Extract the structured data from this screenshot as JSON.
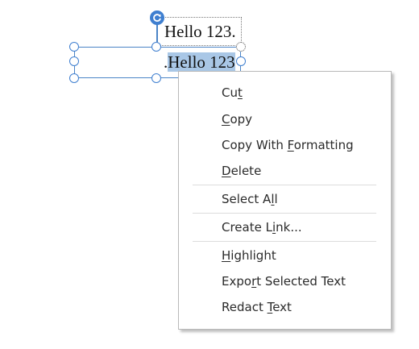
{
  "textboxes": {
    "top_text": "Hello 123.",
    "bottom_prefix": ".",
    "bottom_selected": "Hello 123"
  },
  "context_menu": {
    "items": [
      {
        "pre": "Cu",
        "key": "t",
        "post": ""
      },
      {
        "pre": "",
        "key": "C",
        "post": "opy"
      },
      {
        "pre": "Copy With ",
        "key": "F",
        "post": "ormatting"
      },
      {
        "pre": "",
        "key": "D",
        "post": "elete"
      },
      {
        "pre": "Select A",
        "key": "l",
        "post": "l"
      },
      {
        "pre": "Create L",
        "key": "i",
        "post": "nk..."
      },
      {
        "pre": "",
        "key": "H",
        "post": "ighlight"
      },
      {
        "pre": "Expo",
        "key": "r",
        "post": "t Selected Text"
      },
      {
        "pre": "Redact ",
        "key": "T",
        "post": "ext"
      }
    ]
  },
  "colors": {
    "accent": "#3f7fd0",
    "selection": "#a9c7e6"
  },
  "icons": {
    "rotate": "rotate-icon"
  }
}
